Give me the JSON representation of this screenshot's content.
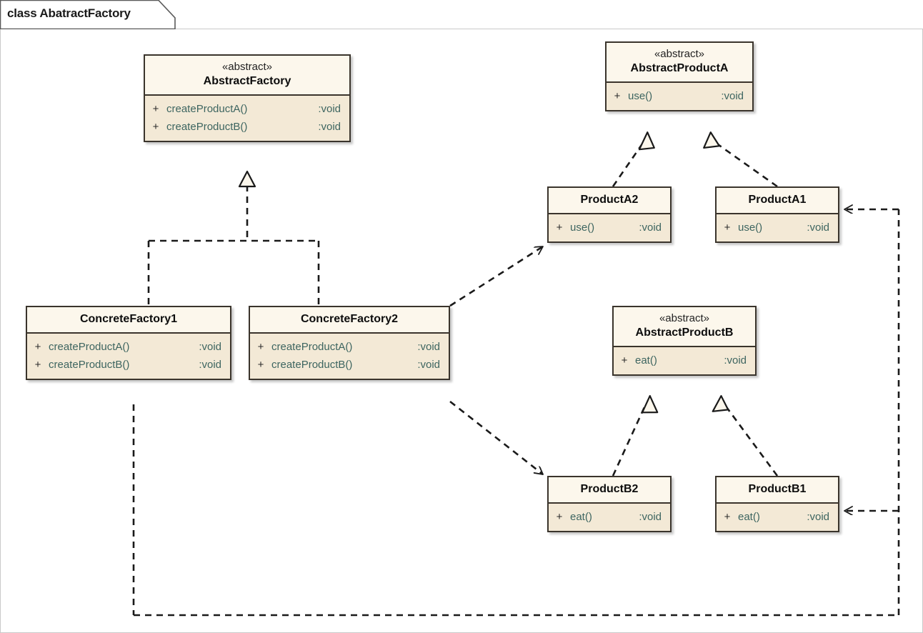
{
  "frame": {
    "keyword": "class",
    "name": "AbatractFactory",
    "title": "class AbatractFactory"
  },
  "colors": {
    "box_header_fill": "#fcf7ec",
    "box_body_fill": "#f3e9d6",
    "box_border": "#3a342c",
    "member_text": "#3d6560",
    "class_name_text": "#0d0d0d",
    "link_stroke": "#1a1a1a",
    "canvas_background": "#ffffff"
  },
  "classes": [
    {
      "id": "abstractfactory",
      "stereotype": "«abstract»",
      "name": "AbstractFactory",
      "members": [
        {
          "visibility": "+",
          "name": "createProductA()",
          "type": ":void"
        },
        {
          "visibility": "+",
          "name": "createProductB()",
          "type": ":void"
        }
      ]
    },
    {
      "id": "abstractproducta",
      "stereotype": "«abstract»",
      "name": "AbstractProductA",
      "members": [
        {
          "visibility": "+",
          "name": "use()",
          "type": ":void"
        }
      ]
    },
    {
      "id": "producta2",
      "stereotype": "",
      "name": "ProductA2",
      "members": [
        {
          "visibility": "+",
          "name": "use()",
          "type": ":void"
        }
      ]
    },
    {
      "id": "producta1",
      "stereotype": "",
      "name": "ProductA1",
      "members": [
        {
          "visibility": "+",
          "name": "use()",
          "type": ":void"
        }
      ]
    },
    {
      "id": "concretefactory1",
      "stereotype": "",
      "name": "ConcreteFactory1",
      "members": [
        {
          "visibility": "+",
          "name": "createProductA()",
          "type": ":void"
        },
        {
          "visibility": "+",
          "name": "createProductB()",
          "type": ":void"
        }
      ]
    },
    {
      "id": "concretefactory2",
      "stereotype": "",
      "name": "ConcreteFactory2",
      "members": [
        {
          "visibility": "+",
          "name": "createProductA()",
          "type": ":void"
        },
        {
          "visibility": "+",
          "name": "createProductB()",
          "type": ":void"
        }
      ]
    },
    {
      "id": "abstractproductb",
      "stereotype": "«abstract»",
      "name": "AbstractProductB",
      "members": [
        {
          "visibility": "+",
          "name": "eat()",
          "type": ":void"
        }
      ]
    },
    {
      "id": "productb2",
      "stereotype": "",
      "name": "ProductB2",
      "members": [
        {
          "visibility": "+",
          "name": "eat()",
          "type": ":void"
        }
      ]
    },
    {
      "id": "productb1",
      "stereotype": "",
      "name": "ProductB1",
      "members": [
        {
          "visibility": "+",
          "name": "eat()",
          "type": ":void"
        }
      ]
    }
  ],
  "relationships": [
    {
      "id": "cf1-realizes-af",
      "from": "ConcreteFactory1",
      "to": "AbstractFactory",
      "kind": "realization",
      "style": "dashed",
      "arrowhead": "hollow-triangle"
    },
    {
      "id": "cf2-realizes-af",
      "from": "ConcreteFactory2",
      "to": "AbstractFactory",
      "kind": "realization",
      "style": "dashed",
      "arrowhead": "hollow-triangle"
    },
    {
      "id": "pa2-realizes-apa",
      "from": "ProductA2",
      "to": "AbstractProductA",
      "kind": "realization",
      "style": "dashed",
      "arrowhead": "hollow-triangle"
    },
    {
      "id": "pa1-realizes-apa",
      "from": "ProductA1",
      "to": "AbstractProductA",
      "kind": "realization",
      "style": "dashed",
      "arrowhead": "hollow-triangle"
    },
    {
      "id": "pb2-realizes-apb",
      "from": "ProductB2",
      "to": "AbstractProductB",
      "kind": "realization",
      "style": "dashed",
      "arrowhead": "hollow-triangle"
    },
    {
      "id": "pb1-realizes-apb",
      "from": "ProductB1",
      "to": "AbstractProductB",
      "kind": "realization",
      "style": "dashed",
      "arrowhead": "hollow-triangle"
    },
    {
      "id": "cf2-uses-pa2",
      "from": "ConcreteFactory2",
      "to": "ProductA2",
      "kind": "dependency",
      "style": "dashed",
      "arrowhead": "open"
    },
    {
      "id": "cf2-uses-pb2",
      "from": "ConcreteFactory2",
      "to": "ProductB2",
      "kind": "dependency",
      "style": "dashed",
      "arrowhead": "open"
    },
    {
      "id": "cf1-uses-pa1",
      "from": "ConcreteFactory1",
      "to": "ProductA1",
      "kind": "dependency",
      "style": "dashed",
      "arrowhead": "open"
    },
    {
      "id": "cf1-uses-pb1",
      "from": "ConcreteFactory1",
      "to": "ProductB1",
      "kind": "dependency",
      "style": "dashed",
      "arrowhead": "open"
    }
  ]
}
